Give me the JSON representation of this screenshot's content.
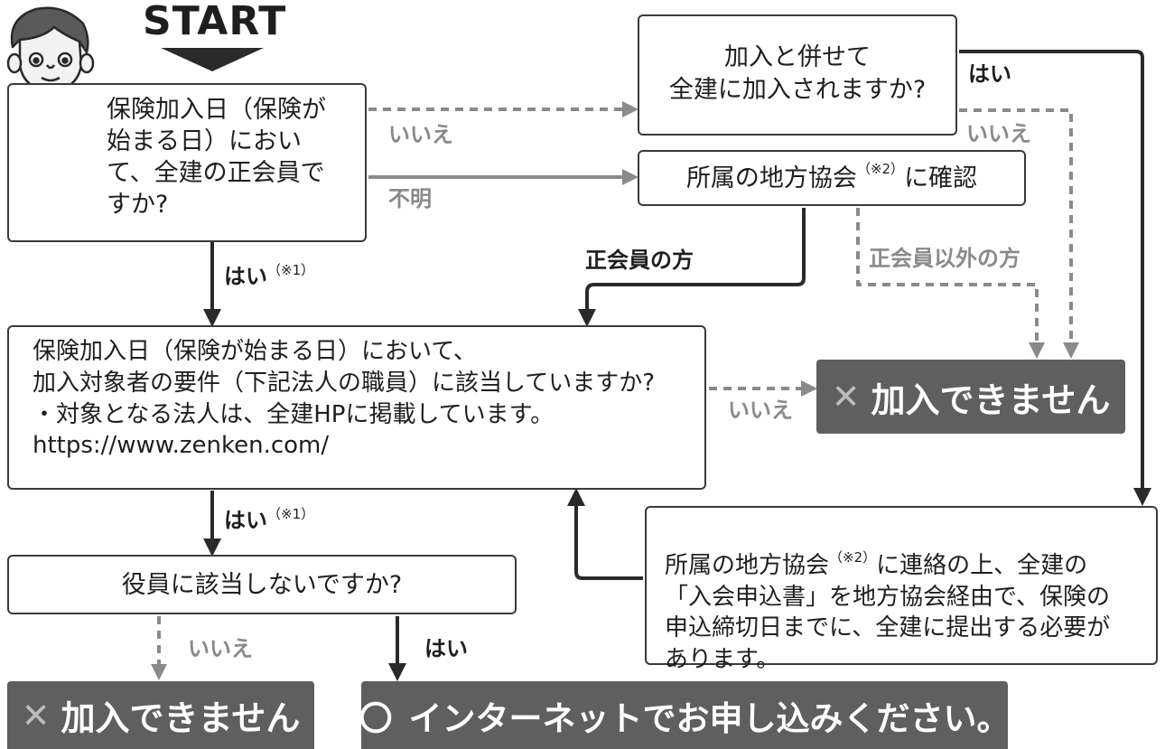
{
  "start": {
    "label": "START"
  },
  "boxes": {
    "q_member": {
      "text": "保険加入日（保険が\n始まる日）におい\nて、全建の正会員で\nすか?"
    },
    "q_join_together": {
      "text": "加入と併せて\n全建に加入されますか?"
    },
    "confirm_assoc": {
      "text_a": "所属の地方協会",
      "note": "（※2）",
      "text_b": "に確認"
    },
    "q_requirement": {
      "text": "保険加入日（保険が始まる日）において、\n加入対象者の要件（下記法人の職員）に該当していますか?\n・対象となる法人は、全建HPに掲載しています。\n  https://www.zenken.com/"
    },
    "contact_assoc": {
      "text_a": "所属の地方協会",
      "note": "（※2）",
      "text_b": "に連絡の上、全建の\n「入会申込書」を地方協会経由で、保険の\n申込締切日までに、全建に提出する必要が\nあります。"
    },
    "q_officer": {
      "text": "役員に該当しないですか?"
    }
  },
  "labels": {
    "no1": "いいえ",
    "unknown": "不明",
    "yes_right": "はい",
    "no_right": "いいえ",
    "regular_member": "正会員の方",
    "non_regular": "正会員以外の方",
    "yes1": "はい",
    "yes1_note": "（※1）",
    "no_req": "いいえ",
    "yes2": "はい",
    "yes2_note": "（※1）",
    "no_officer": "いいえ",
    "yes_officer": "はい"
  },
  "results": {
    "cannot_join_right": {
      "mark": "✕",
      "text": "加入できません"
    },
    "cannot_join_bottom": {
      "mark": "✕",
      "text": "加入できません"
    },
    "apply_online": {
      "mark": "〇",
      "text": "インターネットでお申し込みください。"
    }
  },
  "colors": {
    "solid_line": "#2a2a2a",
    "gray_line": "#8a8a8a",
    "result_bg": "#5f5f5f"
  }
}
